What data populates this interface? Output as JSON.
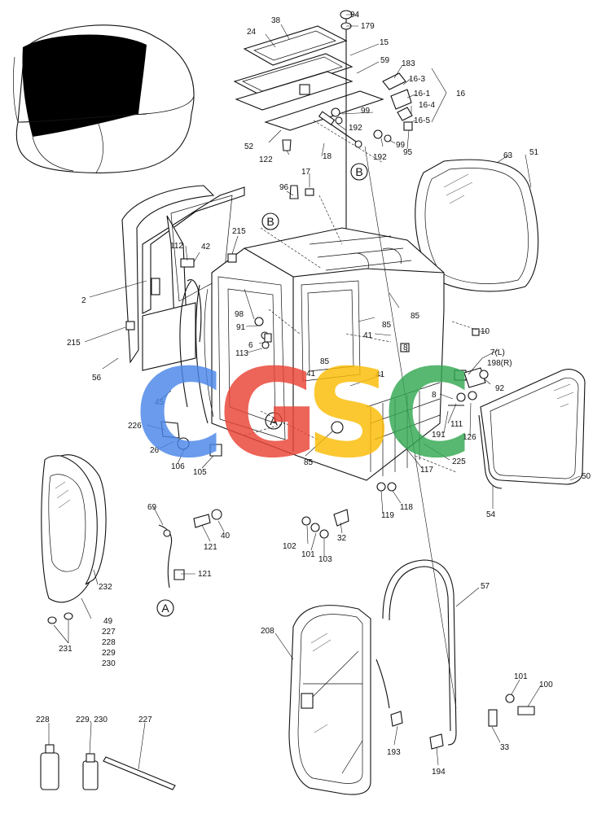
{
  "watermark": {
    "letters": [
      {
        "char": "C",
        "color": "#4a86e8"
      },
      {
        "char": "G",
        "color": "#ea4335"
      },
      {
        "char": "S",
        "color": "#fbbc04"
      },
      {
        "char": "C",
        "color": "#34a853"
      }
    ]
  },
  "callouts": [
    {
      "text": "94"
    },
    {
      "text": "179"
    },
    {
      "text": "38"
    },
    {
      "text": "24"
    },
    {
      "text": "15"
    },
    {
      "text": "59"
    },
    {
      "text": "183"
    },
    {
      "text": "16-3"
    },
    {
      "text": "16-1"
    },
    {
      "text": "16"
    },
    {
      "text": "16-4"
    },
    {
      "text": "16-5"
    },
    {
      "text": "99"
    },
    {
      "text": "192"
    },
    {
      "text": "99"
    },
    {
      "text": "95"
    },
    {
      "text": "192"
    },
    {
      "text": "52"
    },
    {
      "text": "122"
    },
    {
      "text": "18"
    },
    {
      "text": "63"
    },
    {
      "text": "51"
    },
    {
      "text": "17"
    },
    {
      "text": "96"
    },
    {
      "text": "112"
    },
    {
      "text": "42"
    },
    {
      "text": "215"
    },
    {
      "text": "2"
    },
    {
      "text": "215"
    },
    {
      "text": "56"
    },
    {
      "text": "98"
    },
    {
      "text": "91"
    },
    {
      "text": "113"
    },
    {
      "text": "6"
    },
    {
      "text": "85"
    },
    {
      "text": "85"
    },
    {
      "text": "41"
    },
    {
      "text": "85"
    },
    {
      "text": "41"
    },
    {
      "text": "41"
    },
    {
      "text": "10"
    },
    {
      "text": "8"
    },
    {
      "text": "7(L)"
    },
    {
      "text": "198(R)"
    },
    {
      "text": "92"
    },
    {
      "text": "8"
    },
    {
      "text": "111"
    },
    {
      "text": "191"
    },
    {
      "text": "126"
    },
    {
      "text": "45"
    },
    {
      "text": "226"
    },
    {
      "text": "26"
    },
    {
      "text": "106"
    },
    {
      "text": "105"
    },
    {
      "text": "85"
    },
    {
      "text": "117"
    },
    {
      "text": "225"
    },
    {
      "text": "50"
    },
    {
      "text": "54"
    },
    {
      "text": "119"
    },
    {
      "text": "118"
    },
    {
      "text": "69"
    },
    {
      "text": "121"
    },
    {
      "text": "40"
    },
    {
      "text": "102"
    },
    {
      "text": "101"
    },
    {
      "text": "103"
    },
    {
      "text": "32"
    },
    {
      "text": "121"
    },
    {
      "text": "232"
    },
    {
      "text": "49"
    },
    {
      "text": "227"
    },
    {
      "text": "228"
    },
    {
      "text": "229"
    },
    {
      "text": "230"
    },
    {
      "text": "231"
    },
    {
      "text": "57"
    },
    {
      "text": "208"
    },
    {
      "text": "101"
    },
    {
      "text": "100"
    },
    {
      "text": "193"
    },
    {
      "text": "33"
    },
    {
      "text": "194"
    },
    {
      "text": "228"
    },
    {
      "text": "229, 230"
    },
    {
      "text": "227"
    }
  ],
  "refs": [
    {
      "text": "B"
    },
    {
      "text": "B"
    },
    {
      "text": "A"
    },
    {
      "text": "A"
    }
  ]
}
